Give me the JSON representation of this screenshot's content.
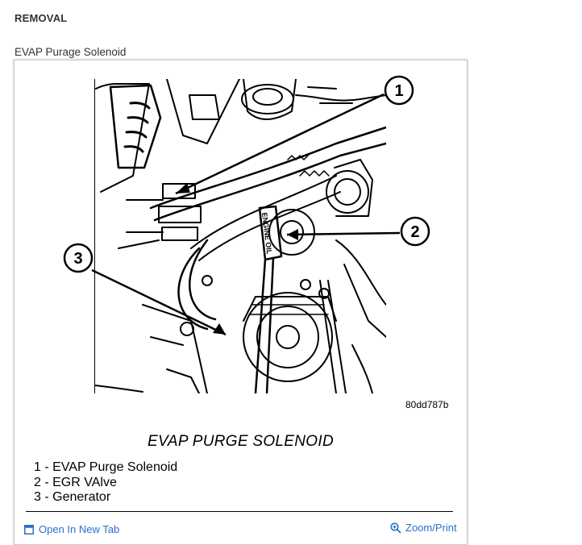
{
  "section": {
    "title": "REMOVAL"
  },
  "figure": {
    "caption": "EVAP Purage Solenoid",
    "code": "80dd787b",
    "title": "EVAP PURGE SOLENOID",
    "callouts": [
      "1",
      "2",
      "3"
    ],
    "engine_cap_text": "ENGINE OIL",
    "legend": [
      "1 - EVAP Purge Solenoid",
      "2 - EGR VAlve",
      "3 - Generator"
    ]
  },
  "actions": {
    "open_new_tab": "Open In New Tab",
    "zoom_print": "Zoom/Print"
  },
  "icons": {
    "open": "open-in-new-tab-icon",
    "zoom": "zoom-icon"
  }
}
